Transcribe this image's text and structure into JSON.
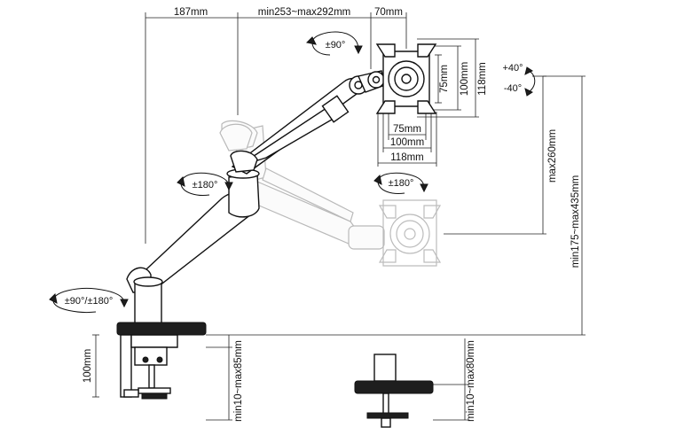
{
  "dimensions": {
    "d_187": "187mm",
    "d_reach": "min253~max292mm",
    "d_70": "70mm",
    "d_75v": "75mm",
    "d_100v": "100mm",
    "d_118v": "118mm",
    "d_75h": "75mm",
    "d_100h": "100mm",
    "d_118h": "118mm",
    "d_max260": "max260mm",
    "d_height": "min175~max435mm",
    "d_clamp100": "100mm",
    "d_clamp_range": "min10~max85mm",
    "d_grommet_range": "min10~max80mm"
  },
  "rotations": {
    "tilt_top": "+40°",
    "tilt_bottom": "-40°",
    "rotate_head": "±90°",
    "swivel_elbow": "±180°",
    "swivel_head": "±180°",
    "swivel_base": "±90°/±180°"
  }
}
